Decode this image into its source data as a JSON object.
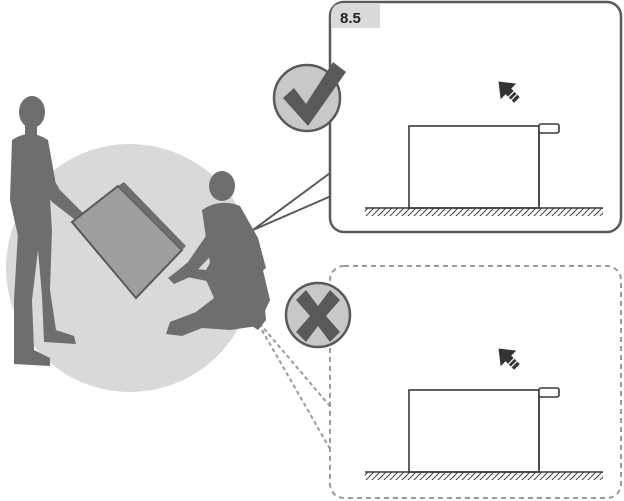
{
  "step": {
    "number": "8.5"
  },
  "panels": {
    "correct": {
      "status": "correct",
      "icon": "checkmark-icon"
    },
    "incorrect": {
      "status": "incorrect",
      "icon": "cross-icon"
    }
  },
  "colors": {
    "figure": "#6d6e70",
    "circle": "#d9d9d9",
    "badge": "#c8c8c8",
    "mark": "#58595b",
    "outline": "#58595b",
    "radiator": "#3a3a3a"
  }
}
